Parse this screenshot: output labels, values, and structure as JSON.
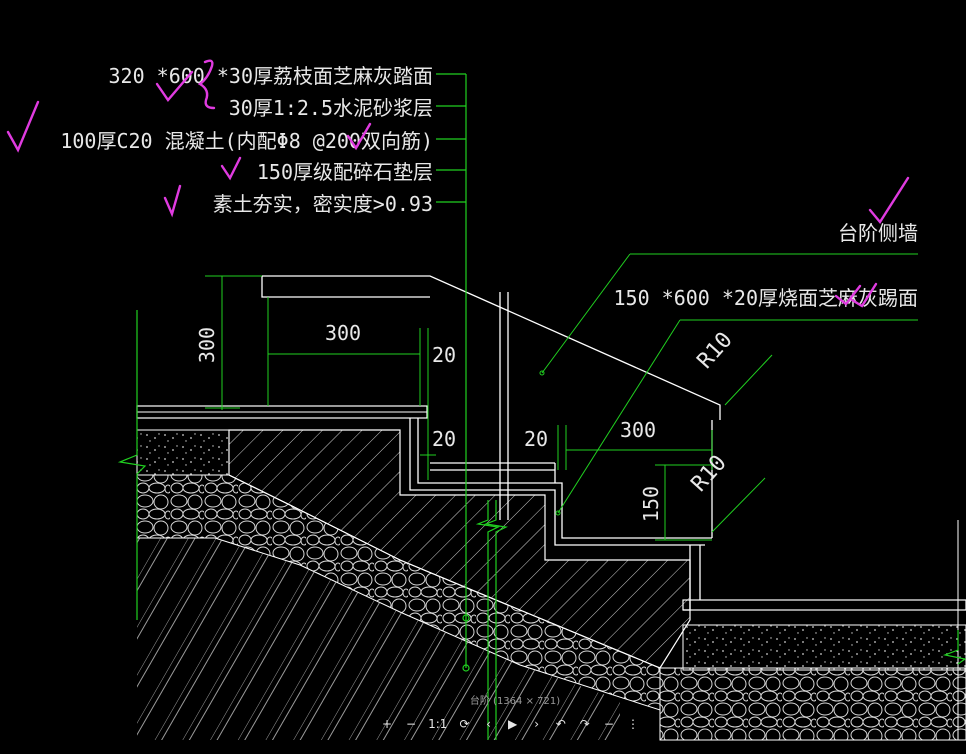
{
  "colors": {
    "background": "#000000",
    "leader": "#20d020",
    "text": "#e8e8e8",
    "section": "#ffffff",
    "annotation": "#e03be0"
  },
  "layer_labels": [
    "320 *600 *30厚荔枝面芝麻灰踏面",
    "30厚1:2.5水泥砂浆层",
    "100厚C20 混凝土(内配Φ8 @200双向筋)",
    "150厚级配碎石垫层",
    "素土夯实，密实度>0.93"
  ],
  "callouts": {
    "side_wall": "台阶侧墙",
    "tread": "150 *600 *20厚烧面芝麻灰踢面"
  },
  "dimensions": {
    "d300_vertical": "300",
    "d300_horizontal": "300",
    "d20_a": "20",
    "d20_b": "20",
    "d20_c": "20",
    "d300_right": "300",
    "d150": "150",
    "r10_a": "R10",
    "r10_b": "R10"
  },
  "viewer": {
    "caption": "台阶 (1364 × 721)",
    "zoom_in": "+",
    "zoom_out": "−",
    "actual_size": "1:1",
    "reset": "⟳",
    "prev": "‹",
    "play": "▶",
    "next": "›",
    "rotate_left": "↶",
    "rotate_right": "↷",
    "minimize": "−",
    "more": "⋮"
  }
}
